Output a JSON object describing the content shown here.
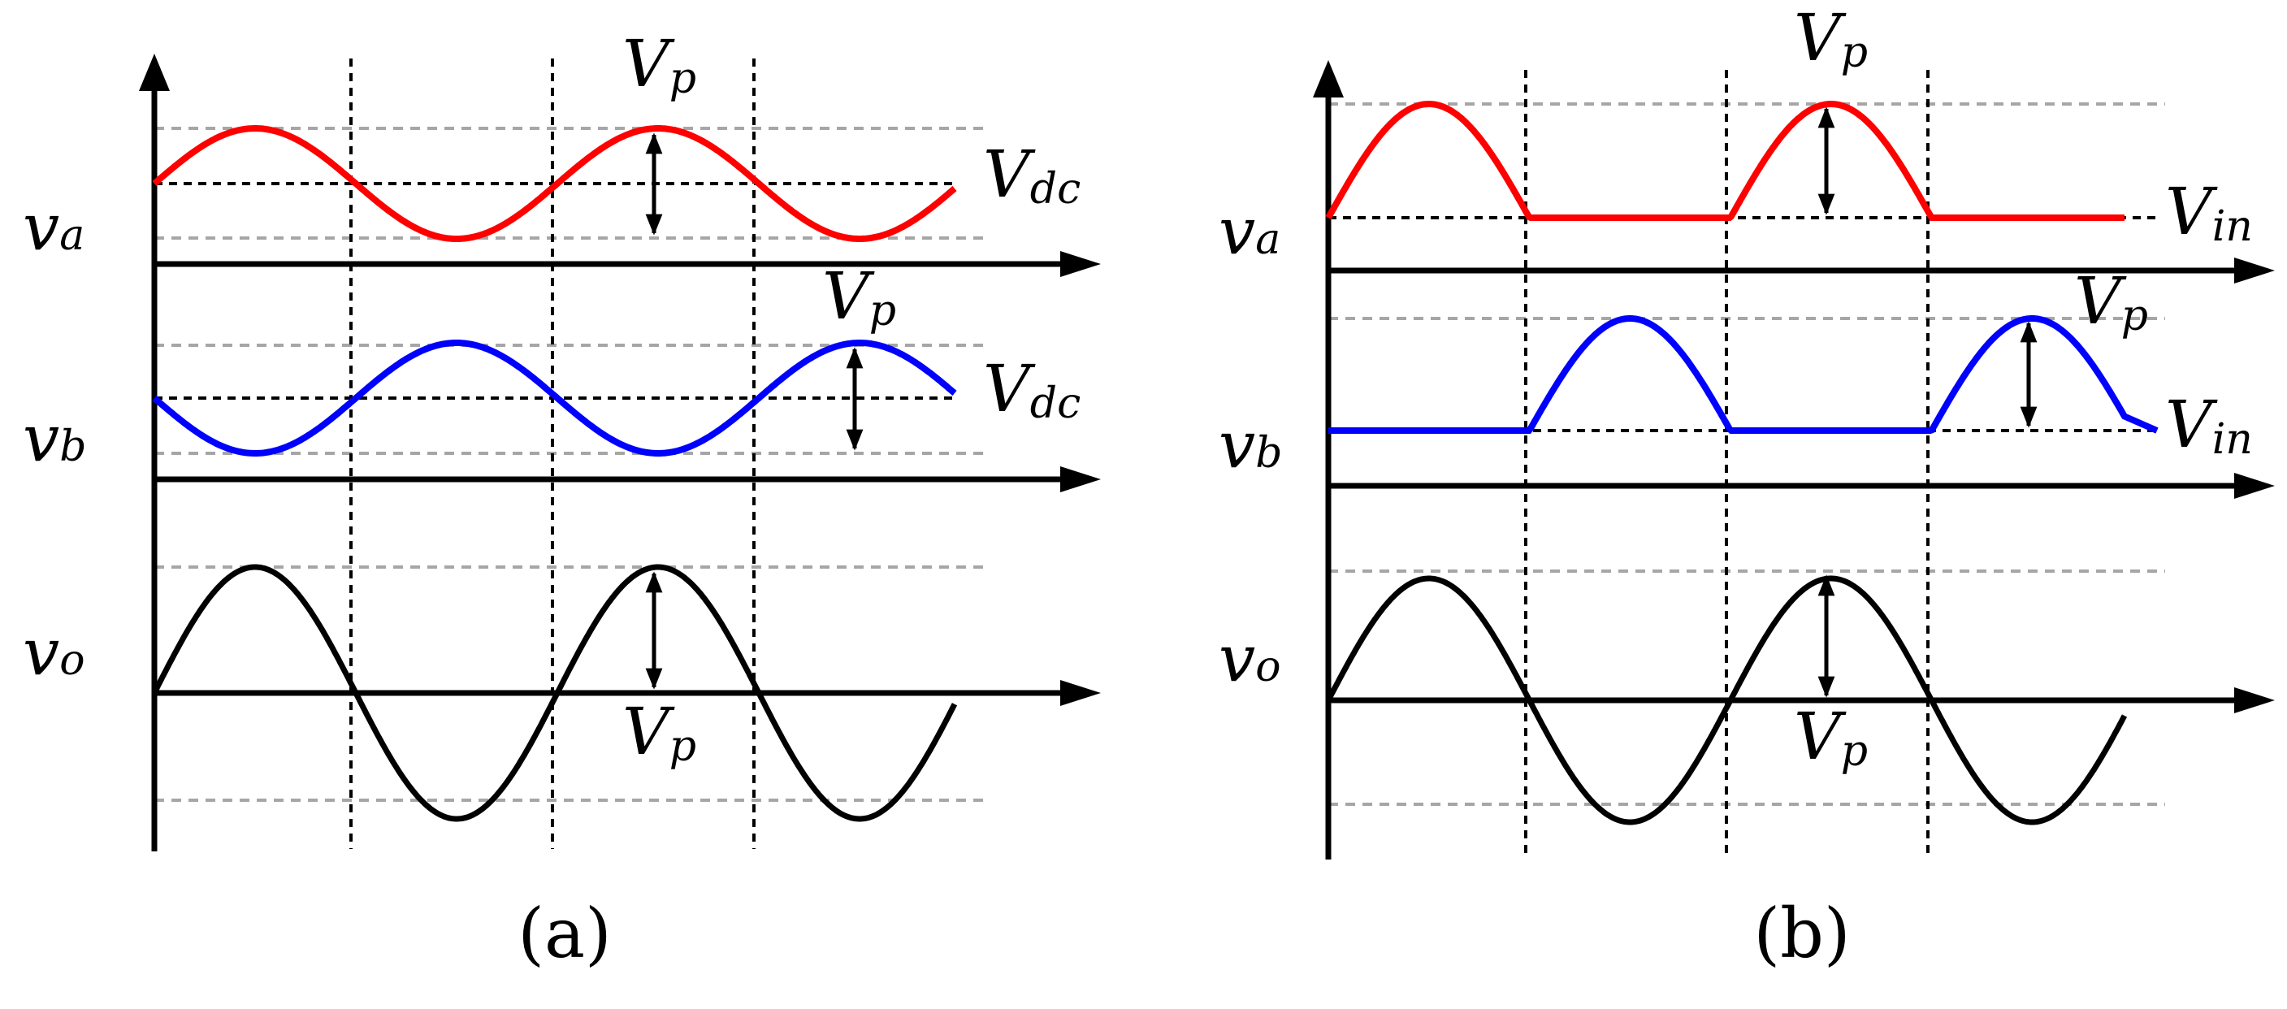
{
  "colors": {
    "va": "#ff0000",
    "vb": "#0000ff",
    "vo": "#000000",
    "guide": "#a6a6a6",
    "axis": "#000000"
  },
  "panel_a": {
    "caption": "(a)",
    "va_label": {
      "main": "v",
      "sub": "a"
    },
    "vb_label": {
      "main": "v",
      "sub": "b"
    },
    "vo_label": {
      "main": "v",
      "sub": "o"
    },
    "va_ref": {
      "main": "V",
      "sub": "dc"
    },
    "vb_ref": {
      "main": "V",
      "sub": "dc"
    },
    "va_peak": {
      "main": "V",
      "sub": "p"
    },
    "vb_peak": {
      "main": "V",
      "sub": "p"
    },
    "vo_peak": {
      "main": "V",
      "sub": "p"
    }
  },
  "panel_b": {
    "caption": "(b)",
    "va_label": {
      "main": "v",
      "sub": "a"
    },
    "vb_label": {
      "main": "v",
      "sub": "b"
    },
    "vo_label": {
      "main": "v",
      "sub": "o"
    },
    "va_ref": {
      "main": "V",
      "sub": "in"
    },
    "vb_ref": {
      "main": "V",
      "sub": "in"
    },
    "va_peak": {
      "main": "V",
      "sub": "p"
    },
    "vb_peak": {
      "main": "V",
      "sub": "p"
    },
    "vo_peak": {
      "main": "V",
      "sub": "p"
    }
  }
}
